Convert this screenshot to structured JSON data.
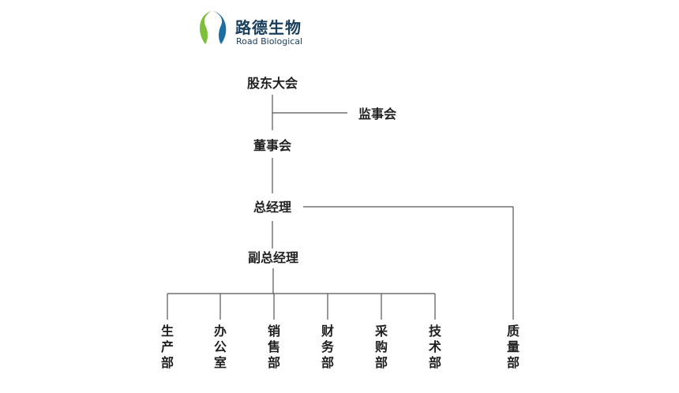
{
  "logo": {
    "name_cn": "路德生物",
    "name_en": "Road Biological",
    "colors": {
      "green": "#7dbf3b",
      "blue": "#1b6fa3",
      "dark_blue": "#1a3d5c"
    }
  },
  "org_chart": {
    "shareholders_meeting": "股东大会",
    "supervisory_board": "监事会",
    "board_of_directors": "董事会",
    "general_manager": "总经理",
    "deputy_general_manager": "副总经理",
    "quality_dept": "质量部",
    "departments": [
      "生产部",
      "办公室",
      "销售部",
      "财务部",
      "采购部",
      "技术部"
    ]
  },
  "line_color": "#555555"
}
